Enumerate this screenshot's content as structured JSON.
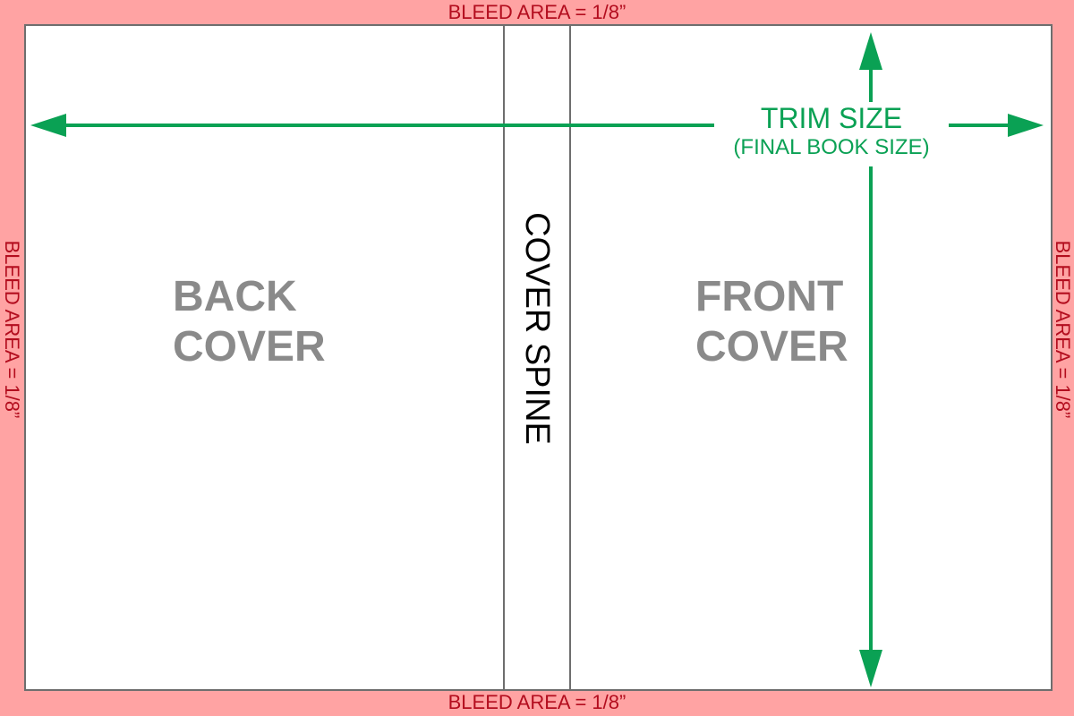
{
  "bleed": {
    "top_label": "BLEED AREA = 1/8”",
    "bottom_label": "BLEED AREA = 1/8”",
    "left_label": "BLEED AREA = 1/8”",
    "right_label": "BLEED AREA = 1/8”"
  },
  "covers": {
    "back_line1": "BACK",
    "back_line2": "COVER",
    "front_line1": "FRONT",
    "front_line2": "COVER",
    "spine": "COVER SPINE"
  },
  "trim": {
    "title": "TRIM SIZE",
    "subtitle": "(FINAL BOOK SIZE)"
  },
  "colors": {
    "bleed_background": "#ffa3a3",
    "bleed_text": "#b30d1e",
    "trim_arrows": "#0aa154",
    "cover_text": "#8a8a8a",
    "border_lines": "#6e6e6e"
  }
}
